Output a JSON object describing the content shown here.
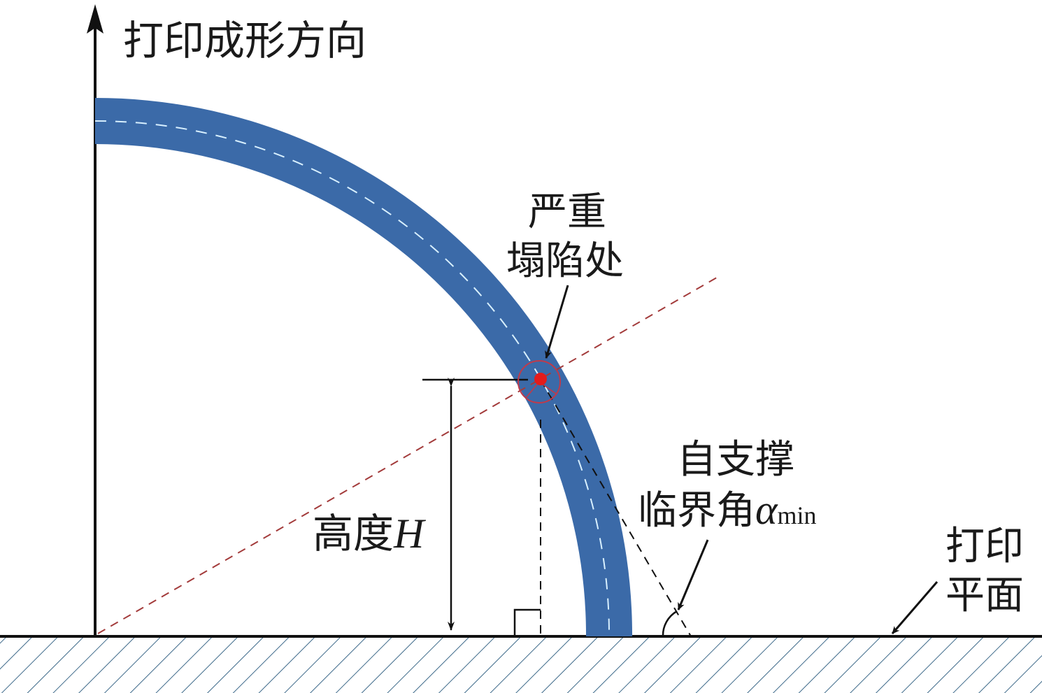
{
  "labels": {
    "direction": "打印成形方向",
    "collapse_line1": "严重",
    "collapse_line2": "塌陷处",
    "critical_line1": "自支撑",
    "critical_line2": "临界角",
    "alpha_symbol": "α",
    "alpha_subscript": "min",
    "height_text": "高度",
    "height_symbol": "H",
    "plane_line1": "打印",
    "plane_line2": "平面"
  },
  "colors": {
    "arc_fill": "#3b6aa8",
    "arc_centerline": "#d8f0ff",
    "guide_dashed": "#a33b3b",
    "collapse_point": "#e41b1b",
    "line": "#111111",
    "hatch": "#3e6a8a"
  }
}
